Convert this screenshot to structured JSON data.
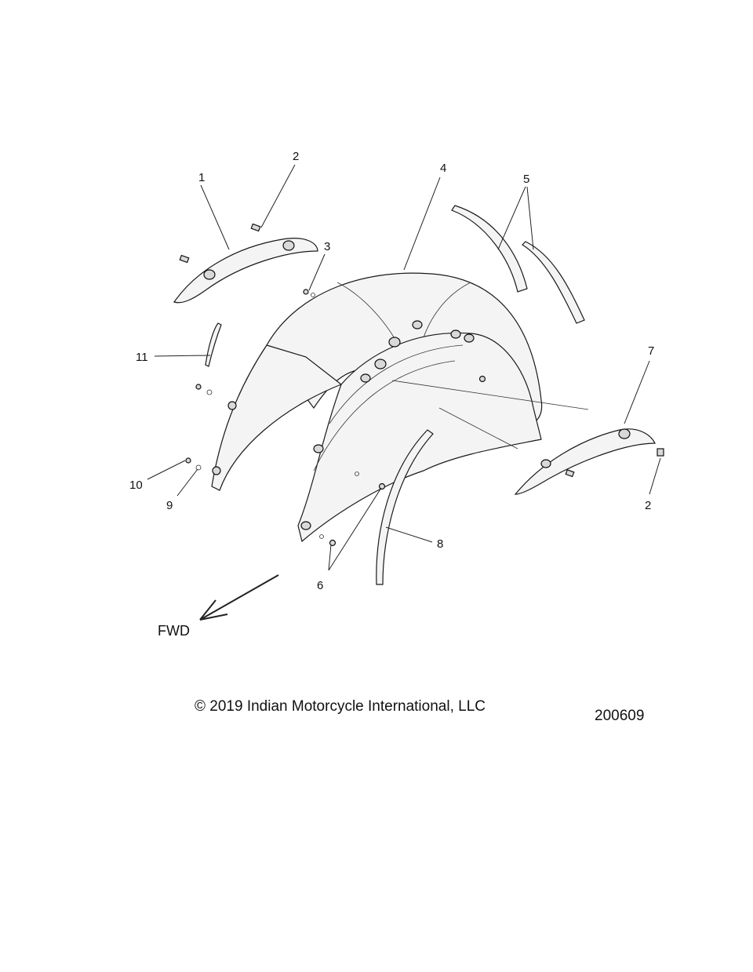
{
  "callouts": {
    "c1": "1",
    "c2a": "2",
    "c2b": "2",
    "c3": "3",
    "c4": "4",
    "c5": "5",
    "c6": "6",
    "c7": "7",
    "c8": "8",
    "c9": "9",
    "c10": "10",
    "c11": "11"
  },
  "direction_label": "FWD",
  "copyright": "© 2019 Indian Motorcycle International, LLC",
  "figure_number": "200609"
}
